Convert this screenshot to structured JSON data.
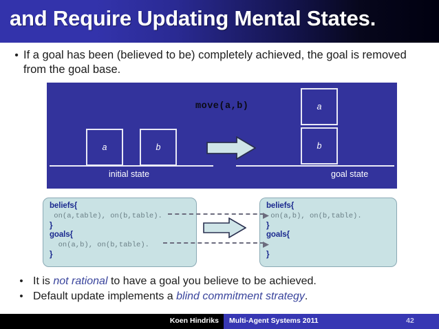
{
  "slide": {
    "title": "and Require Updating Mental States.",
    "top_bullet": {
      "marker": "•",
      "text": "If a goal has been (believed to be) completely achieved, the goal is removed from the goal base."
    },
    "bottom_bullets": [
      {
        "marker": "•",
        "prefix": "It is ",
        "emphasis": "not rational",
        "suffix": " to have a goal you believe to be achieved."
      },
      {
        "marker": "•",
        "prefix": "Default update implements a ",
        "emphasis": "blind commitment strategy",
        "suffix": "."
      }
    ]
  },
  "diagram": {
    "action_label": "move(a,b)",
    "initial_state_label": "initial state",
    "goal_state_label": "goal state",
    "initial_blocks": [
      "a",
      "b"
    ],
    "goal_blocks_stack": [
      "a",
      "b"
    ],
    "panel_color": "#33339c",
    "block_border_color": "#e9e9f6",
    "arrow_fill": "#cfe5e8",
    "arrow_stroke": "#2a3050"
  },
  "mental_states": {
    "before": {
      "beliefs_header": "beliefs{",
      "beliefs_body": " on(a,table), on(b,table).",
      "beliefs_close": "}",
      "goals_header": "goals{",
      "goals_body": "  on(a,b), on(b,table).",
      "goals_close": "}"
    },
    "after": {
      "beliefs_header": "beliefs{",
      "beliefs_body": " on(a,b), on(b,table).",
      "beliefs_close": "}",
      "goals_header": "goals{",
      "goals_body": "",
      "goals_close": "}"
    },
    "box_fill": "#c9e2e4",
    "box_border": "#8aa9b4",
    "keyword_color": "#1b2a8f",
    "code_color": "#6a7f86"
  },
  "footer": {
    "author": "Koen Hindriks",
    "course": "Multi-Agent Systems 2011",
    "page": "42",
    "bar_color": "#3737b3"
  }
}
